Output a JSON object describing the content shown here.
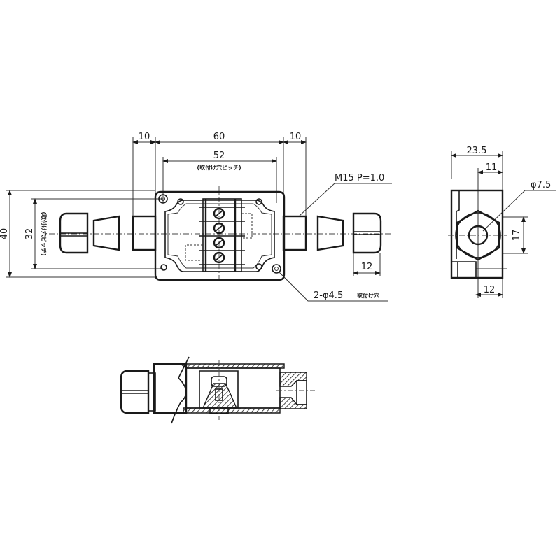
{
  "drawing": {
    "front_view": {
      "dim_left_margin": "10",
      "dim_width": "60",
      "dim_right_margin": "10",
      "dim_hole_pitch": "52",
      "hole_pitch_note": "(取付け穴ピッチ)",
      "dim_height": "40",
      "dim_hole_pitch_vertical": "32",
      "hole_pitch_note_vertical": "(取付け穴ピッチ)",
      "thread_label": "M15  P=1.0",
      "nut_width": "12",
      "mount_hole_label": "2-φ4.5",
      "mount_hole_note": "取付け穴"
    },
    "side_view": {
      "dim_depth": "23.5",
      "dim_center_offset": "11",
      "bore_label": "φ7.5",
      "dim_bore_height": "17",
      "dim_base": "12"
    }
  }
}
